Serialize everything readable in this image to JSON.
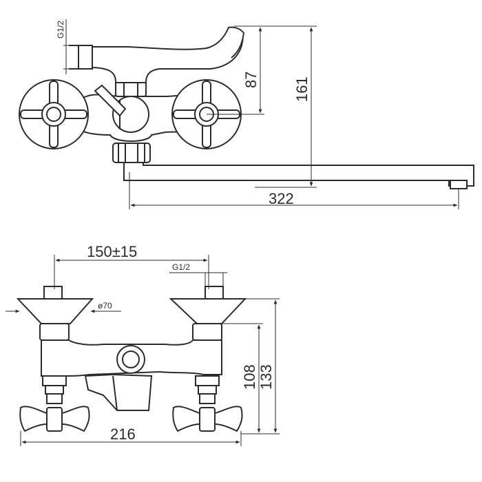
{
  "drawing": {
    "top_view": {
      "thread_label": "G1/2",
      "dim_lever_height": "87",
      "dim_total_height": "161",
      "dim_spout_length": "322"
    },
    "front_view": {
      "dim_center_distance": "150±15",
      "thread_label": "G1/2",
      "dim_flange_diameter": "ø70",
      "dim_inner_height": "108",
      "dim_total_height": "133",
      "dim_total_width": "216"
    }
  }
}
